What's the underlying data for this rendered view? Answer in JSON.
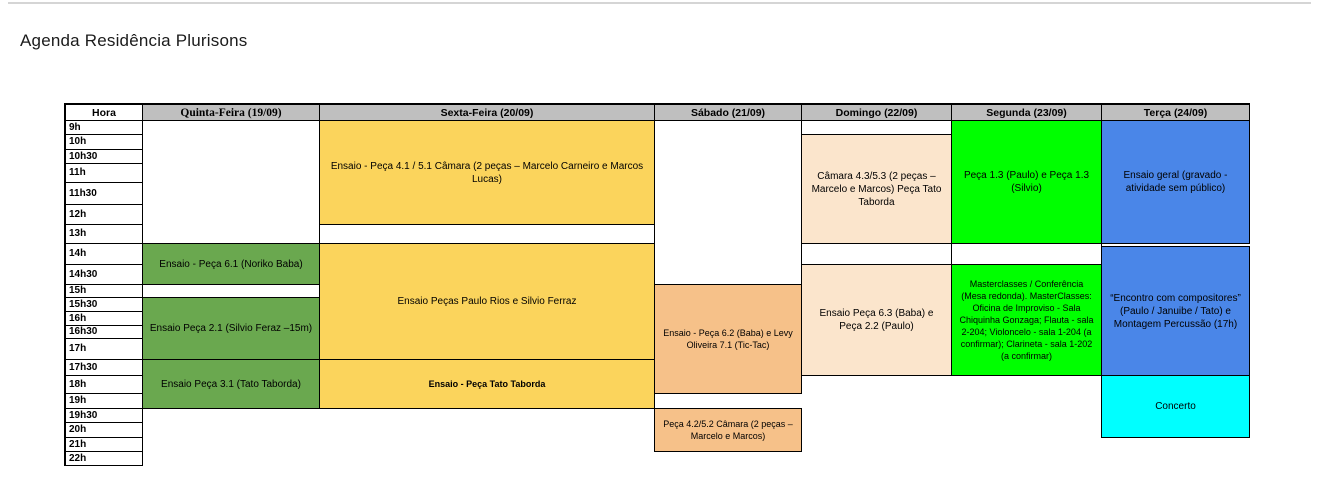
{
  "page": {
    "title": "Agenda Residência Plurisons"
  },
  "colors": {
    "header_bg": "#BFBFBF",
    "quinta_green": "#6AA84F",
    "sexta_yellow": "#FBD45C",
    "sabado_orange": "#F6C189",
    "domingo_peach": "#FBE5CC",
    "segunda_green": "#00FF00",
    "terca_blue": "#4A86E8",
    "concerto_cyan": "#00FFFF"
  },
  "table": {
    "hora_header": "Hora",
    "times": [
      "9h",
      "10h",
      "10h30",
      "11h",
      "11h30",
      "12h",
      "13h",
      "14h",
      "14h30",
      "15h",
      "15h30",
      "16h",
      "16h30",
      "17h",
      "17h30",
      "18h",
      "19h",
      "19h30",
      "20h",
      "21h",
      "22h"
    ],
    "days": [
      {
        "id": "quinta",
        "label": "Quinta-Feira (19/09)",
        "serif": true,
        "events": [
          {
            "id": "q1",
            "text": "Ensaio - Peça 6.1 (Noriko Baba)",
            "from": "14h",
            "to": "15h",
            "color": "quinta_green"
          },
          {
            "id": "q2",
            "text": "Ensaio Peça 2.1 (Silvio Feraz –15m)",
            "from": "15h30",
            "to": "17h30",
            "color": "quinta_green"
          },
          {
            "id": "q3",
            "text": "Ensaio Peça 3.1 (Tato Taborda)",
            "from": "17h30",
            "to": "19h30",
            "color": "quinta_green"
          }
        ]
      },
      {
        "id": "sexta",
        "label": "Sexta-Feira (20/09)",
        "serif": false,
        "events": [
          {
            "id": "s1",
            "text": "Ensaio - Peça 4.1 / 5.1 Câmara (2 peças – Marcelo Carneiro e Marcos Lucas)",
            "from": "9h",
            "to": "13h",
            "color": "sexta_yellow"
          },
          {
            "id": "s2",
            "text": "Ensaio Peças Paulo Rios e Silvio Ferraz",
            "from": "14h",
            "to": "17h30",
            "color": "sexta_yellow"
          },
          {
            "id": "s3",
            "text": "Ensaio - Peça Tato Taborda",
            "from": "17h30",
            "to": "19h30",
            "color": "sexta_yellow",
            "bold": true,
            "small": true
          }
        ]
      },
      {
        "id": "sabado",
        "label": "Sábado (21/09)",
        "serif": false,
        "events": [
          {
            "id": "b1",
            "text": "Ensaio - Peça 6.2 (Baba) e Levy Oliveira 7.1 (Tic-Tac)",
            "from": "15h",
            "to": "19h",
            "color": "sabado_orange",
            "small": true
          },
          {
            "id": "b2",
            "text": "Peça 4.2/5.2 Câmara (2 peças – Marcelo e Marcos)",
            "from": "19h30",
            "to": "22h",
            "color": "sabado_orange",
            "small": true
          }
        ]
      },
      {
        "id": "domingo",
        "label": "Domingo (22/09)",
        "serif": false,
        "events": [
          {
            "id": "d1",
            "text": "Câmara 4.3/5.3 (2 peças – Marcelo e Marcos) Peça Tato Taborda",
            "from": "10h",
            "to": "14h",
            "color": "domingo_peach"
          },
          {
            "id": "d2",
            "text": "Ensaio Peça 6.3 (Baba) e Peça 2.2 (Paulo)",
            "from": "14h30",
            "to": "18h",
            "color": "domingo_peach"
          }
        ]
      },
      {
        "id": "segunda",
        "label": "Segunda (23/09)",
        "serif": false,
        "events": [
          {
            "id": "m1",
            "text": "Peça 1.3 (Paulo) e Peça 1.3 (Silvio)",
            "from": "9h",
            "to": "14h",
            "color": "segunda_green"
          },
          {
            "id": "m2",
            "text": "Masterclasses / Conferência (Mesa redonda). MasterClasses: Oficina de Improviso - Sala Chiquinha Gonzaga; Flauta - sala 2-204; Violoncelo - sala 1-204 (a confirmar); Clarineta - sala 1-202 (a confirmar)",
            "from": "14h30",
            "to": "18h",
            "color": "segunda_green",
            "small": true
          }
        ]
      },
      {
        "id": "terca",
        "label": "Terça (24/09)",
        "serif": false,
        "events": [
          {
            "id": "t1",
            "text": "Ensaio geral (gravado - atividade sem público)",
            "from": "9h",
            "to": "14h",
            "color": "terca_blue"
          },
          {
            "id": "t2",
            "text": "“Encontro com compositores” (Paulo / Januibe / Tato) e Montagem Percussão (17h)",
            "from": "14h",
            "to": "18h",
            "color": "terca_blue",
            "gap_top": true
          },
          {
            "id": "t3",
            "text": "Concerto",
            "from": "18h",
            "to": "21h",
            "color": "concerto_cyan"
          }
        ]
      }
    ]
  }
}
